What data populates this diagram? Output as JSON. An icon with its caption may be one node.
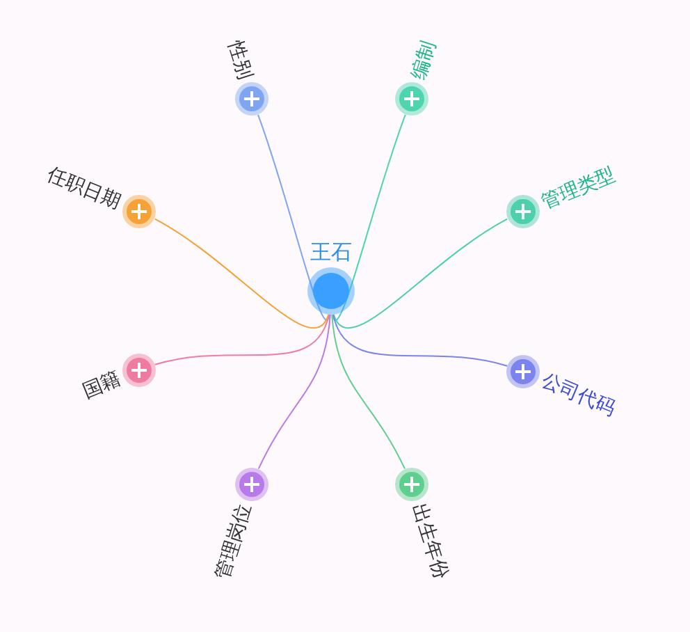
{
  "diagram": {
    "nodes": [
      {
        "text": [
          "王石"
        ]
      },
      {
        "text": [
          "性别"
        ]
      },
      {
        "text": [
          "编制"
        ]
      },
      {
        "text": [
          "管理类型"
        ]
      },
      {
        "text": [
          "公司代码"
        ]
      },
      {
        "text": [
          "出生年份"
        ]
      },
      {
        "text": [
          "管理岗位"
        ]
      },
      {
        "text": [
          "国籍"
        ]
      },
      {
        "text": [
          "任职日期"
        ]
      }
    ],
    "edges": [
      {
        "from": 0,
        "to": 1,
        "arrow": "none",
        "color": "#7fa5f2"
      },
      {
        "from": 0,
        "to": 2,
        "arrow": "none",
        "color": "#4fd4b0"
      },
      {
        "from": 0,
        "to": 3,
        "arrow": "none",
        "color": "#4ccfaa"
      },
      {
        "from": 0,
        "to": 4,
        "arrow": "none",
        "color": "#7b83ee"
      },
      {
        "from": 0,
        "to": 5,
        "arrow": "none",
        "color": "#5fcf90"
      },
      {
        "from": 0,
        "to": 6,
        "arrow": "none",
        "color": "#b77ae6"
      },
      {
        "from": 0,
        "to": 7,
        "arrow": "none",
        "color": "#f07ba0"
      },
      {
        "from": 0,
        "to": 8,
        "arrow": "none",
        "color": "#f4a236"
      }
    ]
  }
}
